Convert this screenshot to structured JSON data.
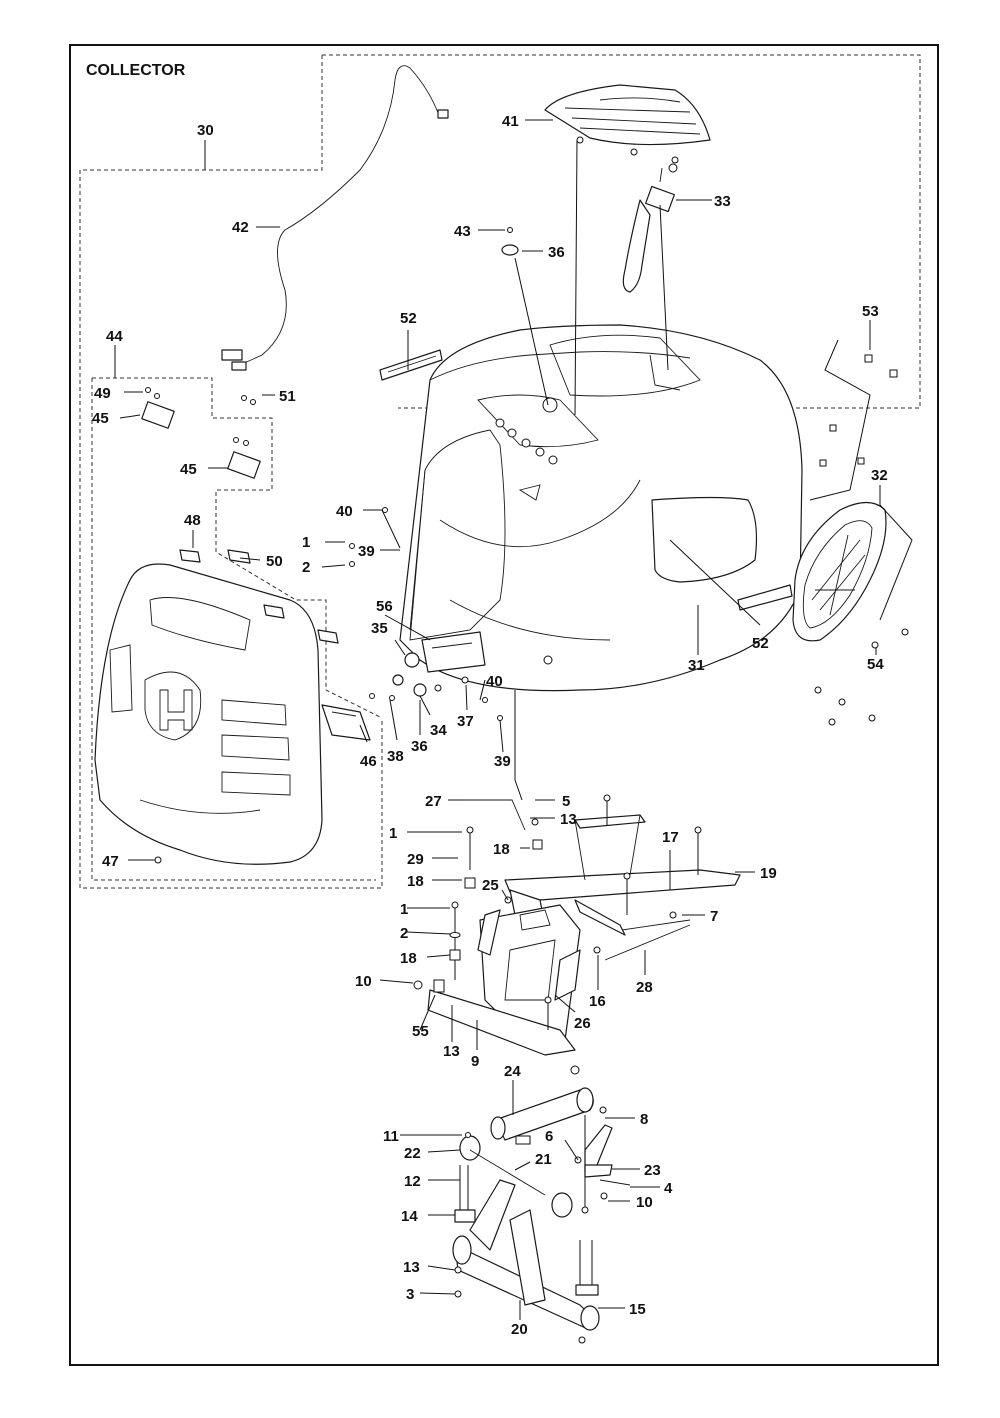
{
  "title": "COLLECTOR",
  "labels": [
    {
      "id": "30",
      "text": "30"
    },
    {
      "id": "41",
      "text": "41"
    },
    {
      "id": "33",
      "text": "33"
    },
    {
      "id": "42",
      "text": "42"
    },
    {
      "id": "43",
      "text": "43"
    },
    {
      "id": "36a",
      "text": "36"
    },
    {
      "id": "52a",
      "text": "52"
    },
    {
      "id": "53",
      "text": "53"
    },
    {
      "id": "44",
      "text": "44"
    },
    {
      "id": "49",
      "text": "49"
    },
    {
      "id": "51",
      "text": "51"
    },
    {
      "id": "45a",
      "text": "45"
    },
    {
      "id": "45b",
      "text": "45"
    },
    {
      "id": "32",
      "text": "32"
    },
    {
      "id": "40a",
      "text": "40"
    },
    {
      "id": "48",
      "text": "48"
    },
    {
      "id": "1a",
      "text": "1"
    },
    {
      "id": "39a",
      "text": "39"
    },
    {
      "id": "50",
      "text": "50"
    },
    {
      "id": "2a",
      "text": "2"
    },
    {
      "id": "56",
      "text": "56"
    },
    {
      "id": "35",
      "text": "35"
    },
    {
      "id": "52b",
      "text": "52"
    },
    {
      "id": "31",
      "text": "31"
    },
    {
      "id": "54",
      "text": "54"
    },
    {
      "id": "40b",
      "text": "40"
    },
    {
      "id": "34",
      "text": "34"
    },
    {
      "id": "37",
      "text": "37"
    },
    {
      "id": "38",
      "text": "38"
    },
    {
      "id": "36b",
      "text": "36"
    },
    {
      "id": "39b",
      "text": "39"
    },
    {
      "id": "46",
      "text": "46"
    },
    {
      "id": "27",
      "text": "27"
    },
    {
      "id": "5",
      "text": "5"
    },
    {
      "id": "13a",
      "text": "13"
    },
    {
      "id": "1b",
      "text": "1"
    },
    {
      "id": "18a",
      "text": "18"
    },
    {
      "id": "17",
      "text": "17"
    },
    {
      "id": "29",
      "text": "29"
    },
    {
      "id": "19",
      "text": "19"
    },
    {
      "id": "47",
      "text": "47"
    },
    {
      "id": "18b",
      "text": "18"
    },
    {
      "id": "25",
      "text": "25"
    },
    {
      "id": "1c",
      "text": "1"
    },
    {
      "id": "7",
      "text": "7"
    },
    {
      "id": "2b",
      "text": "2"
    },
    {
      "id": "18c",
      "text": "18"
    },
    {
      "id": "16",
      "text": "16"
    },
    {
      "id": "28",
      "text": "28"
    },
    {
      "id": "10a",
      "text": "10"
    },
    {
      "id": "26",
      "text": "26"
    },
    {
      "id": "55",
      "text": "55"
    },
    {
      "id": "13b",
      "text": "13"
    },
    {
      "id": "9",
      "text": "9"
    },
    {
      "id": "24",
      "text": "24"
    },
    {
      "id": "8",
      "text": "8"
    },
    {
      "id": "11",
      "text": "11"
    },
    {
      "id": "6",
      "text": "6"
    },
    {
      "id": "22",
      "text": "22"
    },
    {
      "id": "21",
      "text": "21"
    },
    {
      "id": "23",
      "text": "23"
    },
    {
      "id": "12",
      "text": "12"
    },
    {
      "id": "4",
      "text": "4"
    },
    {
      "id": "10b",
      "text": "10"
    },
    {
      "id": "14",
      "text": "14"
    },
    {
      "id": "13c",
      "text": "13"
    },
    {
      "id": "15",
      "text": "15"
    },
    {
      "id": "3",
      "text": "3"
    },
    {
      "id": "20",
      "text": "20"
    }
  ]
}
